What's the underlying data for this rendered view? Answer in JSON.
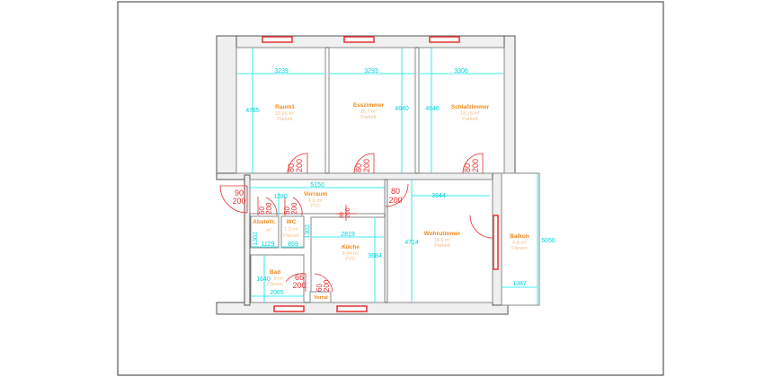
{
  "rooms": [
    {
      "name": "Raum1",
      "area": "15,66 m²",
      "floor": "Parkett"
    },
    {
      "name": "Esszimmer",
      "area": "15,7 m²",
      "floor": "Parkett"
    },
    {
      "name": "Schlafzimmer",
      "area": "15,75 m²",
      "floor": "Parkett"
    },
    {
      "name": "Vorraum",
      "area": "6,6 m²",
      "floor": "PVC"
    },
    {
      "name": "Abstellr.",
      "area": "m²"
    },
    {
      "name": "WC",
      "area": "1,0 m²",
      "floor": "Fliesen"
    },
    {
      "name": "Bad",
      "area": "8 m²",
      "floor": "Fliesen"
    },
    {
      "name": "Küche",
      "area": "8,94 m²",
      "floor": "PVC"
    },
    {
      "name": "Vorrat"
    },
    {
      "name": "Wohnzimmer",
      "area": "18,6 m²",
      "floor": "Parkett"
    },
    {
      "name": "Balkon",
      "area": "6,8 m²",
      "floor": "Fliesen"
    }
  ],
  "dimensions": [
    "3239",
    "3293",
    "3306",
    "4785",
    "4640",
    "4640",
    "5150",
    "1280",
    "1302",
    "1129",
    "1302",
    "859",
    "2819",
    "3684",
    "1640",
    "2065",
    "3944",
    "4714",
    "1387",
    "5050"
  ],
  "doors": [
    {
      "w": "80",
      "h": "200"
    },
    {
      "w": "80",
      "h": "200"
    },
    {
      "w": "80",
      "h": "200"
    },
    {
      "w": "90",
      "h": "200"
    },
    {
      "w": "80",
      "h": "200"
    },
    {
      "w": "60",
      "h": "200"
    },
    {
      "w": "60",
      "h": "200"
    },
    {
      "w": "80",
      "h": "200"
    },
    {
      "w": "66",
      "h": "200"
    },
    {
      "w": "60",
      "h": "200"
    }
  ]
}
